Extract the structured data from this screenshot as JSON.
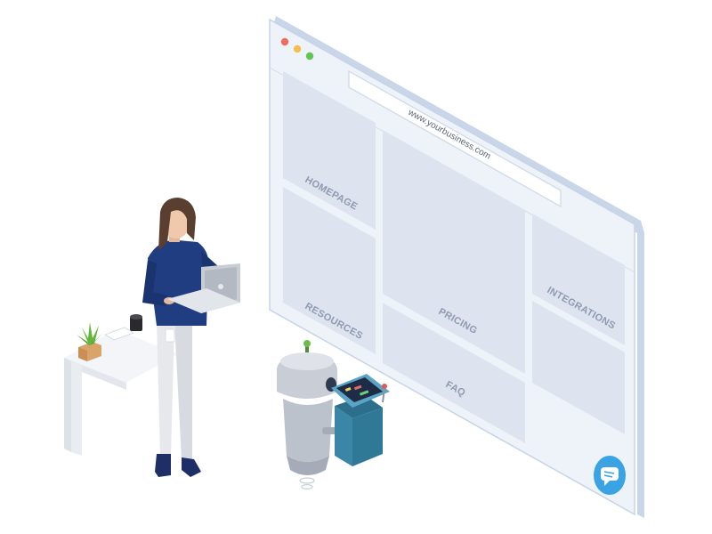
{
  "browser": {
    "url": "www.yourbusiness.com",
    "window_dots": [
      "#ef6b60",
      "#f5be4f",
      "#61c554"
    ]
  },
  "tiles": {
    "homepage": "HOMEPAGE",
    "resources": "RESOURCES",
    "pricing": "PRICING",
    "faq": "FAQ",
    "integrations": "INTEGRATIONS"
  },
  "chat_widget": {
    "icon": "chat-bubble-icon",
    "color": "#3aa3e3"
  },
  "colors": {
    "frame": "#dfe7f3",
    "frame_edge": "#c7d3e6",
    "tile": "#dde4ef",
    "person_shirt": "#1f3d80",
    "robot_body": "#c9ced6",
    "plant": "#64b53c"
  }
}
